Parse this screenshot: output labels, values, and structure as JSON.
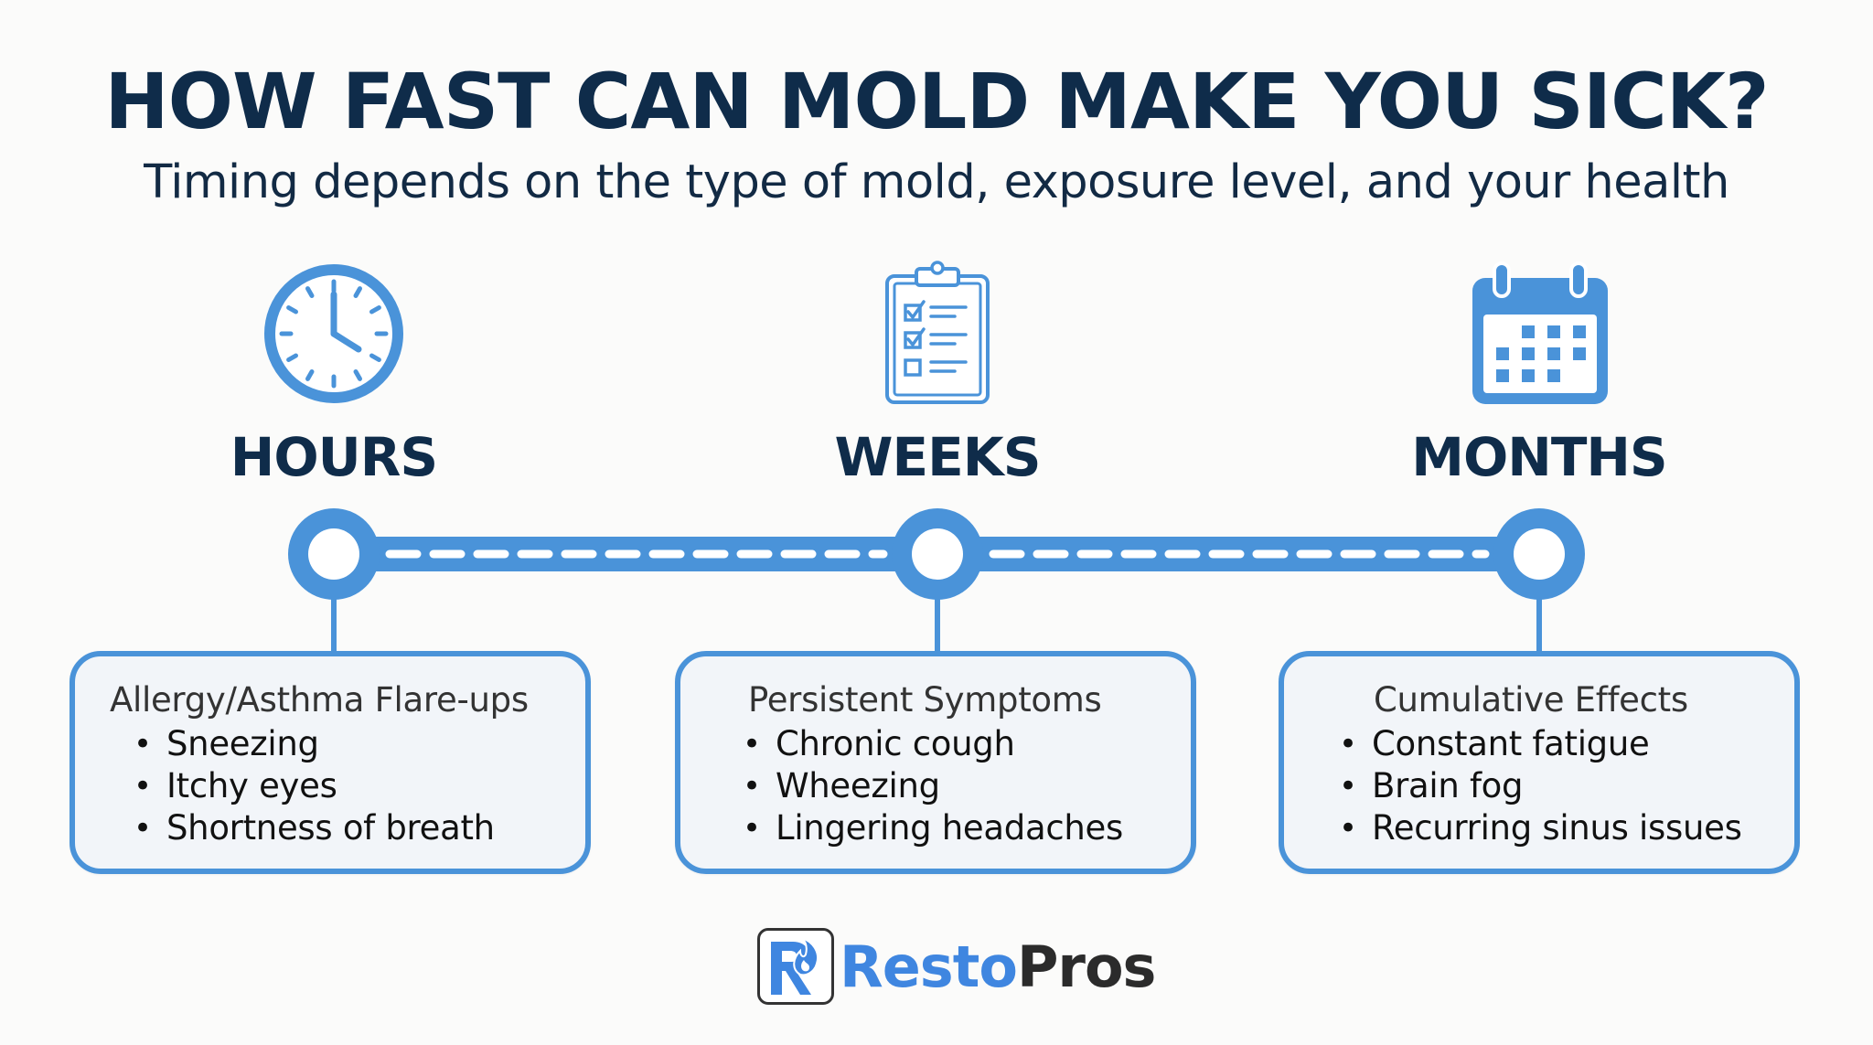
{
  "header": {
    "title": "HOW FAST CAN MOLD MAKE YOU SICK?",
    "subtitle": "Timing depends on the type of mold, exposure level, and your health"
  },
  "colors": {
    "accent": "#4a93d9",
    "title": "#0f2c4a",
    "box_fill": "#f2f5f9",
    "logo_blue": "#3f86e0",
    "logo_dark": "#2b2b2b"
  },
  "stages": [
    {
      "label": "HOURS",
      "icon": "clock-icon",
      "box_title": "Allergy/Asthma Flare-ups",
      "items": [
        "Sneezing",
        "Itchy eyes",
        "Shortness of breath"
      ]
    },
    {
      "label": "WEEKS",
      "icon": "clipboard-checklist-icon",
      "box_title": "Persistent Symptoms",
      "items": [
        "Chronic cough",
        "Wheezing",
        "Lingering headaches"
      ]
    },
    {
      "label": "MONTHS",
      "icon": "calendar-icon",
      "box_title": "Cumulative Effects",
      "items": [
        "Constant fatigue",
        "Brain fog",
        "Recurring sinus issues"
      ]
    }
  ],
  "logo": {
    "part1": "Resto",
    "part2": "Pros",
    "icon": "r-flame-logo-icon"
  }
}
